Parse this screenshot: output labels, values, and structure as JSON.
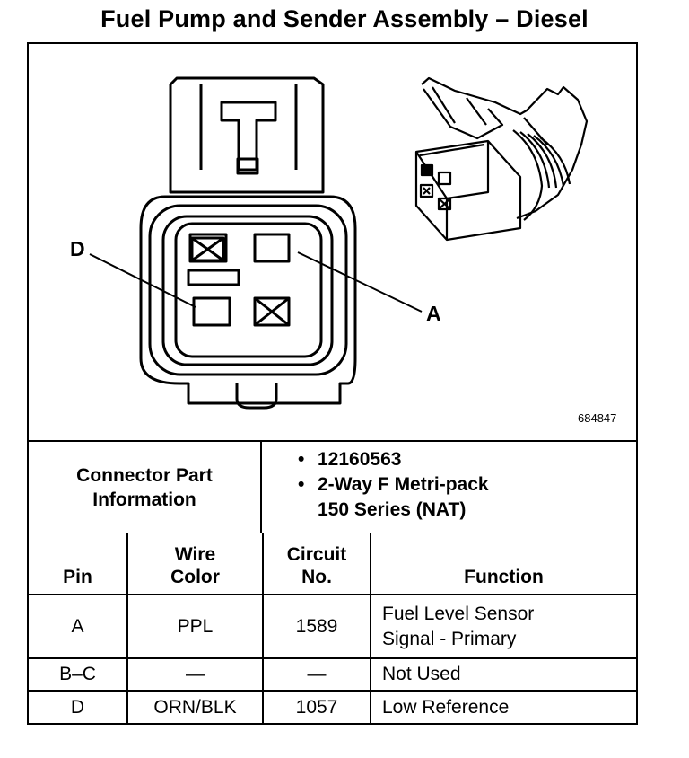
{
  "title": "Fuel Pump and Sender Assembly – Diesel",
  "diagram": {
    "label_d": "D",
    "label_a": "A",
    "part_number": "684847"
  },
  "connector_info": {
    "label_line1": "Connector Part",
    "label_line2": "Information",
    "items": [
      {
        "text": "12160563"
      },
      {
        "text": "2-Way F Metri-pack",
        "cont": "150 Series (NAT)"
      }
    ]
  },
  "table": {
    "headers": {
      "pin": "Pin",
      "wire_color_line1": "Wire",
      "wire_color_line2": "Color",
      "circuit_line1": "Circuit",
      "circuit_line2": "No.",
      "function": "Function"
    },
    "rows": [
      {
        "pin": "A",
        "wire": "PPL",
        "circuit": "1589",
        "function_line1": "Fuel Level Sensor",
        "function_line2": "Signal - Primary"
      },
      {
        "pin": "B–C",
        "wire": "—",
        "circuit": "—",
        "function_line1": "Not Used",
        "function_line2": ""
      },
      {
        "pin": "D",
        "wire": "ORN/BLK",
        "circuit": "1057",
        "function_line1": "Low Reference",
        "function_line2": ""
      }
    ]
  }
}
